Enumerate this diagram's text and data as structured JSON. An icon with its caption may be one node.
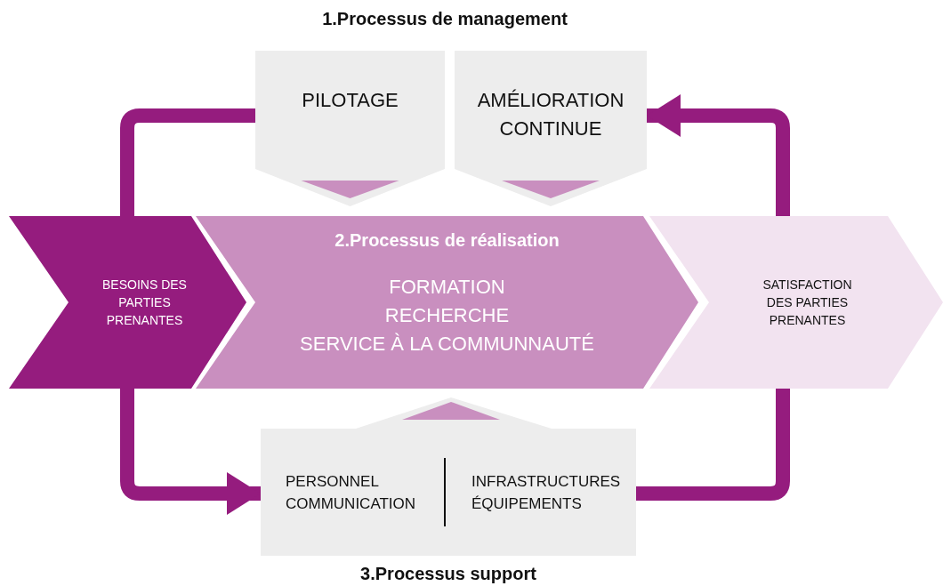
{
  "diagram": {
    "title": "1.Processus de management",
    "nodes": [
      {
        "text": [
          "PILOTAGE"
        ]
      },
      {
        "text": [
          "AMÉLIORATION CONTINUE"
        ]
      },
      {
        "text": [
          "BESOINS DES PARTIES PRENANTES"
        ]
      },
      {
        "text": [
          "2.Processus de réalisation",
          "FORMATION",
          "RECHERCHE",
          "SERVICE À LA COMMUNNAUTÉ"
        ]
      },
      {
        "text": [
          "SATISFACTION DES PARTIES PRENANTES"
        ]
      },
      {
        "text": [
          "PERSONNEL",
          "COMMUNICATION",
          "INFRASTRUCTURES",
          "ÉQUIPEMENTS"
        ],
        "beside": [
          "3.Processus support"
        ]
      }
    ],
    "edges": [
      {
        "from": 2,
        "to": 0,
        "arrow": "none"
      },
      {
        "from": 2,
        "to": 5,
        "arrow": "to"
      },
      {
        "from": 5,
        "to": 4,
        "arrow": "none"
      },
      {
        "from": 4,
        "to": 1,
        "arrow": "to"
      }
    ]
  }
}
